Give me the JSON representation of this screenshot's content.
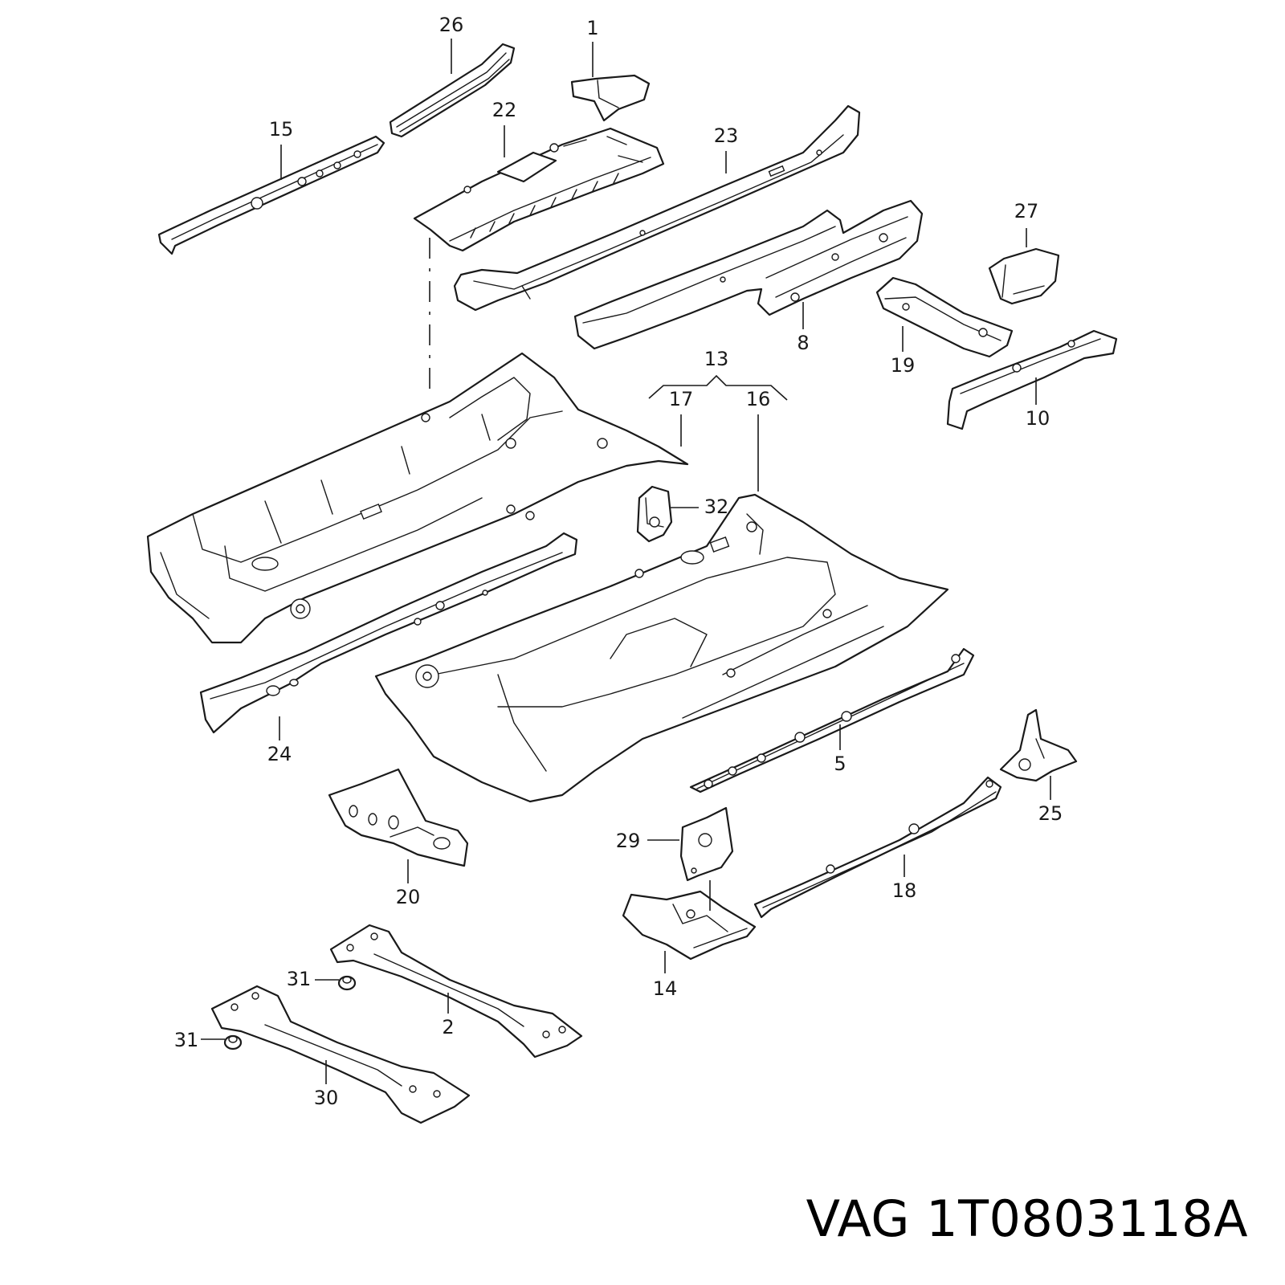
{
  "caption": {
    "brand": "VAG",
    "part_number": "1T0803118A"
  },
  "callouts": {
    "c1": "1",
    "c2": "2",
    "c5": "5",
    "c8": "8",
    "c10": "10",
    "c13": "13",
    "c14": "14",
    "c15": "15",
    "c16": "16",
    "c17": "17",
    "c18": "18",
    "c19": "19",
    "c20": "20",
    "c22": "22",
    "c23": "23",
    "c24": "24",
    "c25": "25",
    "c26": "26",
    "c27": "27",
    "c29": "29",
    "c30": "30",
    "c31a": "31",
    "c31b": "31",
    "c32": "32"
  },
  "colors": {
    "line": "#1a1a1a",
    "background": "#ffffff"
  }
}
